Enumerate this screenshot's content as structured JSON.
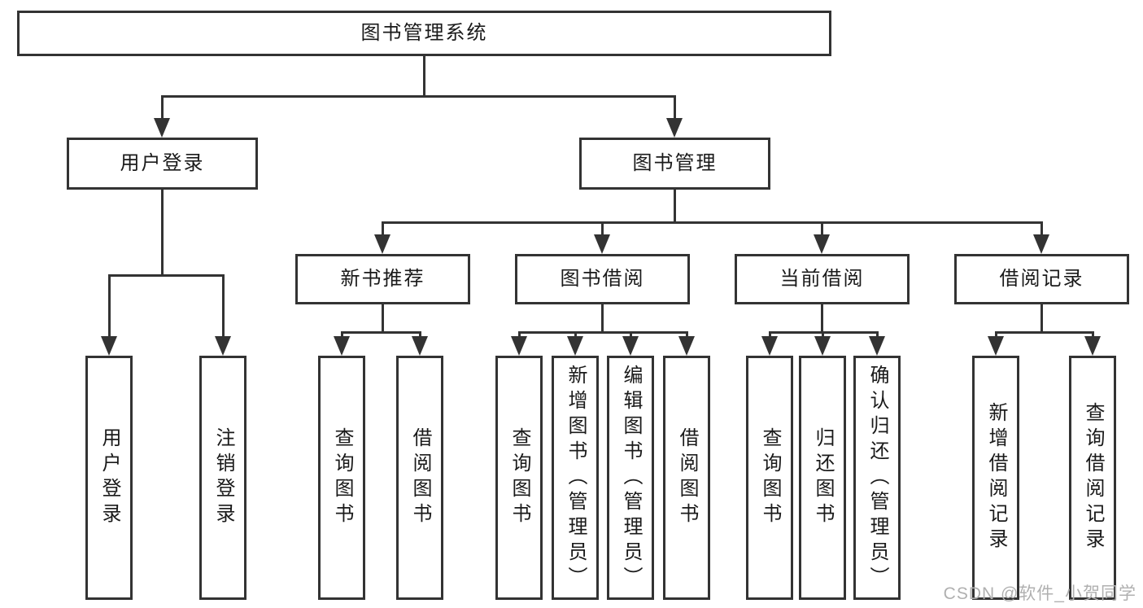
{
  "tree": {
    "root": {
      "label": "图书管理系统"
    },
    "children": [
      {
        "label": "用户登录",
        "children": [
          {
            "label": "用户登录"
          },
          {
            "label": "注销登录"
          }
        ]
      },
      {
        "label": "图书管理",
        "children": [
          {
            "label": "新书推荐",
            "children": [
              {
                "label": "查询图书"
              },
              {
                "label": "借阅图书"
              }
            ]
          },
          {
            "label": "图书借阅",
            "children": [
              {
                "label": "查询图书"
              },
              {
                "label": "新增图书（管理员）"
              },
              {
                "label": "编辑图书（管理员）"
              },
              {
                "label": "借阅图书"
              }
            ]
          },
          {
            "label": "当前借阅",
            "children": [
              {
                "label": "查询图书"
              },
              {
                "label": "归还图书"
              },
              {
                "label": "确认归还（管理员）"
              }
            ]
          },
          {
            "label": "借阅记录",
            "children": [
              {
                "label": "新增借阅记录"
              },
              {
                "label": "查询借阅记录"
              }
            ]
          }
        ]
      }
    ]
  },
  "watermark": {
    "text": "CSDN @软件_小贺同学"
  },
  "colors": {
    "line": "#333333",
    "text": "#1a1a1a",
    "watermark": "#b0b0b0",
    "background": "#ffffff"
  }
}
